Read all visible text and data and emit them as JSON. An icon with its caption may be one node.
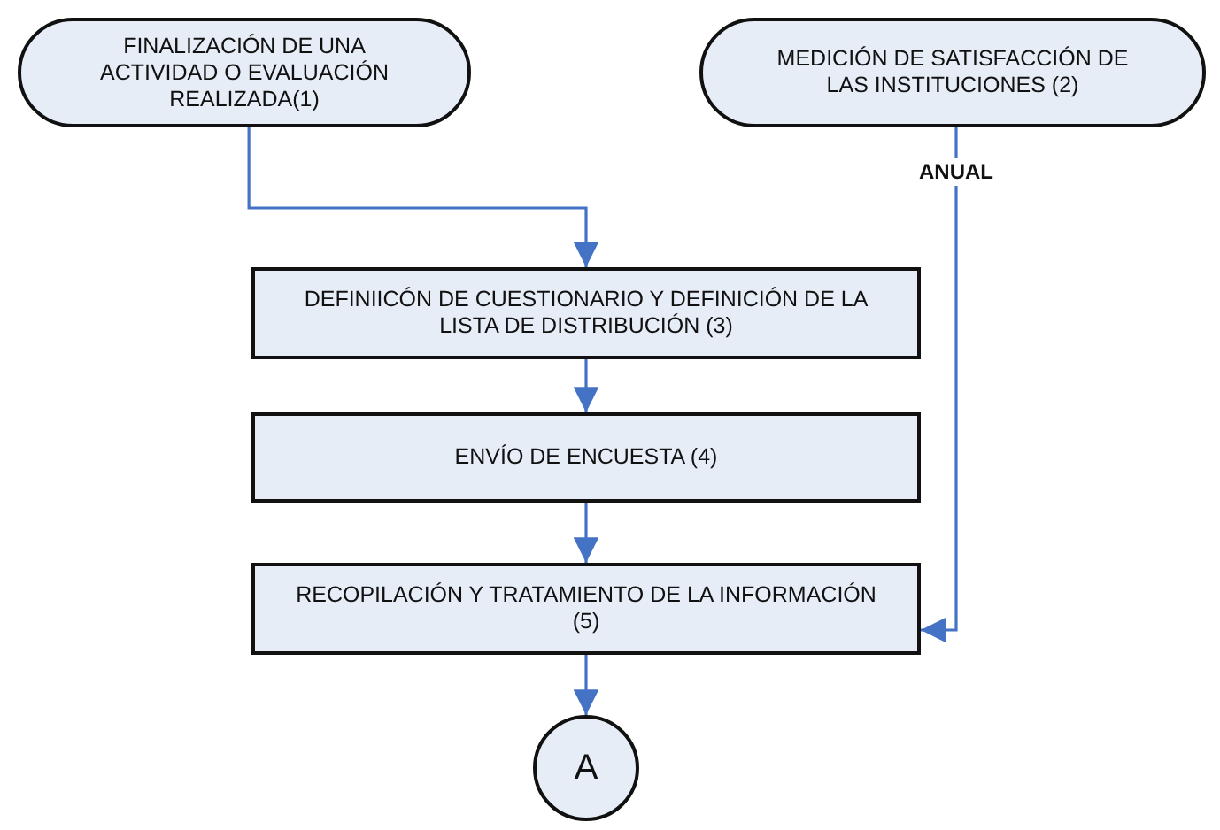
{
  "diagram": {
    "nodes": [
      {
        "text": [
          "FINALIZACIÓN DE UNA ACTIVIDAD O EVALUACIÓN REALIZADA(1)"
        ]
      },
      {
        "text": [
          "MEDICIÓN DE SATISFACCIÓN DE LAS INSTITUCIONES (2)"
        ]
      },
      {
        "text": [
          "DEFINIICÓN DE CUESTIONARIO Y DEFINICIÓN DE LA LISTA DE DISTRIBUCIÓN (3)"
        ]
      },
      {
        "text": [
          "ENVÍO DE ENCUESTA (4)"
        ]
      },
      {
        "text": [
          "RECOPILACIÓN Y TRATAMIENTO DE LA INFORMACIÓN (5)"
        ]
      },
      {
        "text": [
          "A"
        ]
      }
    ],
    "edges": [
      {
        "from": 0,
        "to": 2,
        "arrow": "to"
      },
      {
        "from": 1,
        "to": 4,
        "arrow": "to",
        "label": "ANUAL"
      },
      {
        "from": 2,
        "to": 3,
        "arrow": "to"
      },
      {
        "from": 3,
        "to": 4,
        "arrow": "to"
      },
      {
        "from": 4,
        "to": 5,
        "arrow": "to"
      }
    ]
  }
}
